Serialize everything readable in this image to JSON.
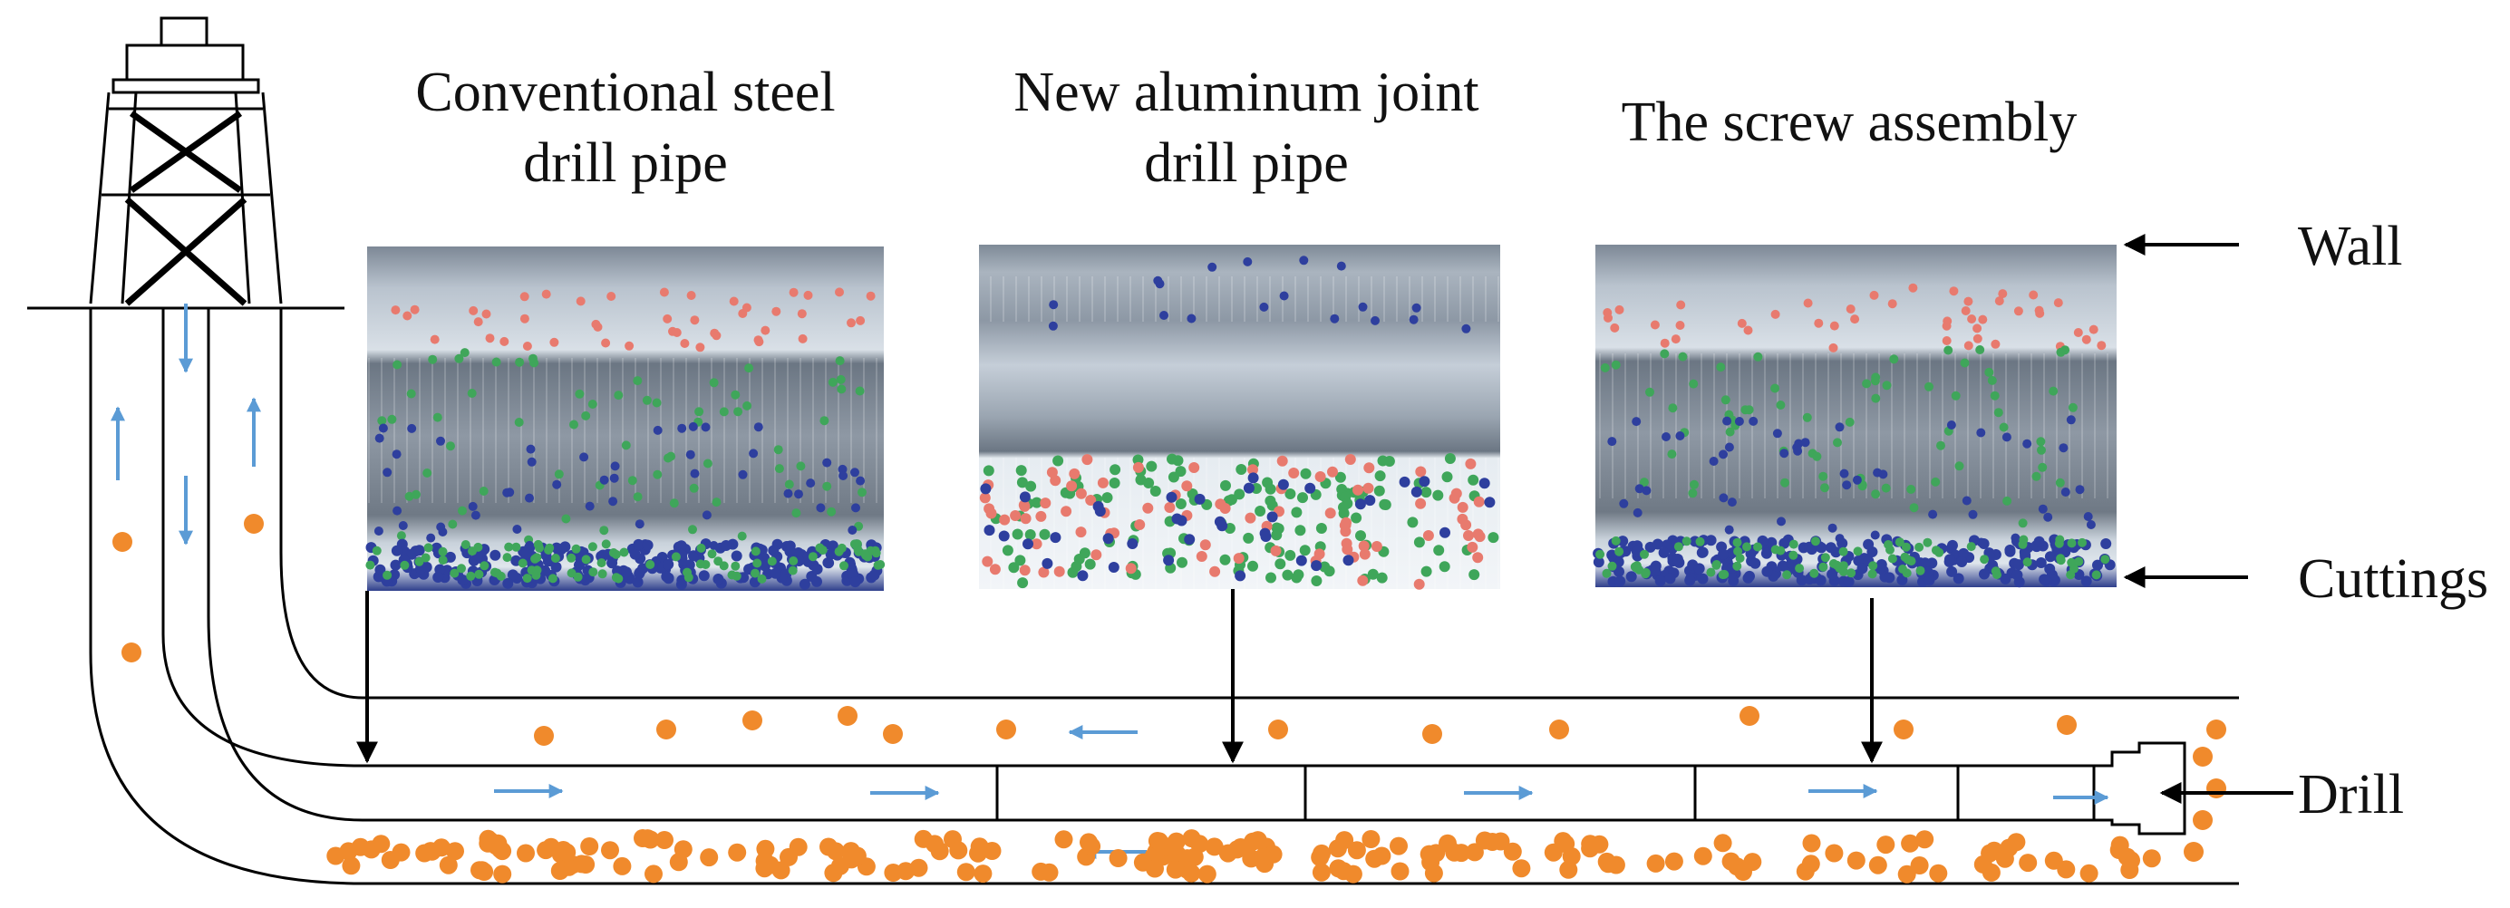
{
  "panels": [
    {
      "title_lines": [
        "Conventional steel",
        "drill pipe"
      ],
      "style": "steel"
    },
    {
      "title_lines": [
        "New aluminum joint",
        "drill pipe"
      ],
      "style": "aluminum"
    },
    {
      "title_lines": [
        "The screw assembly"
      ],
      "style": "screw"
    }
  ],
  "callouts": {
    "wall": "Wall",
    "cuttings": "Cuttings",
    "drill": "Drill"
  },
  "colors": {
    "cutting": "#f08a2c",
    "flow_arrow": "#5b9bd5",
    "line": "#000000",
    "particle_red": "#e87a6e",
    "particle_green": "#3fa65a",
    "particle_blue": "#2e3f9e"
  },
  "icons": {
    "rig": "drilling-rig-icon",
    "flow": "flow-arrow-icon",
    "bit": "drill-bit-icon"
  }
}
